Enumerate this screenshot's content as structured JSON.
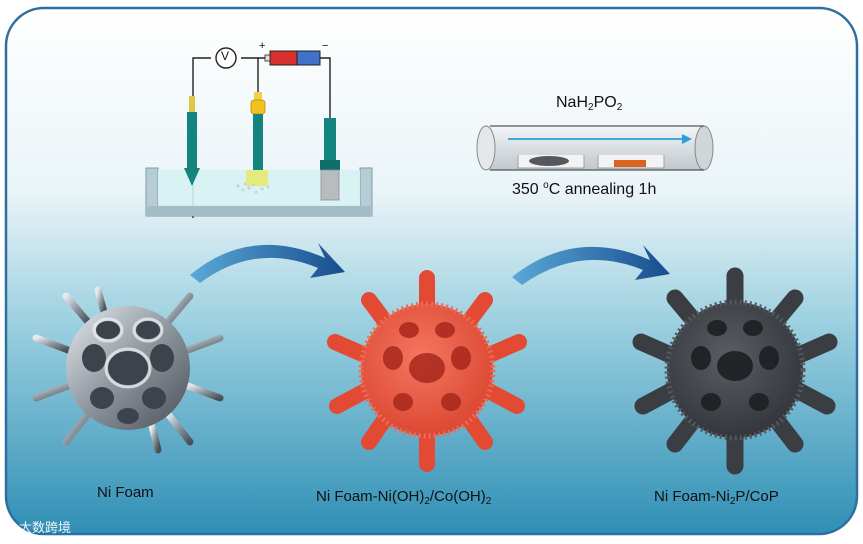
{
  "labels": {
    "ni_foam": "Ni Foam",
    "hydroxide": {
      "p1": "Ni Foam-Ni(OH)",
      "s1": "2",
      "p2": "/Co(OH)",
      "s2": "2"
    },
    "phosphide": {
      "p1": "Ni Foam-Ni",
      "s1": "2",
      "p2": "P/CoP"
    },
    "reagent": {
      "p1": "NaH",
      "s1": "2",
      "p2": "PO",
      "s2": "2"
    },
    "annealing": {
      "p1": "350 ",
      "sup": "o",
      "p2": "C annealing 1h"
    },
    "voltmeter": "V",
    "plus": "+",
    "minus": "−"
  },
  "watermark": "大数跨境",
  "colors": {
    "bg_top": "#ffffff",
    "bg_bottom": "#2f8fb5",
    "frame": "#2c6fa0",
    "hydroxide": "#e8503a",
    "phosphide": "#3a3d42",
    "ni_metal": "#9aa3ab",
    "electrode": "#14847f",
    "arrow": "#1e5a9a"
  }
}
